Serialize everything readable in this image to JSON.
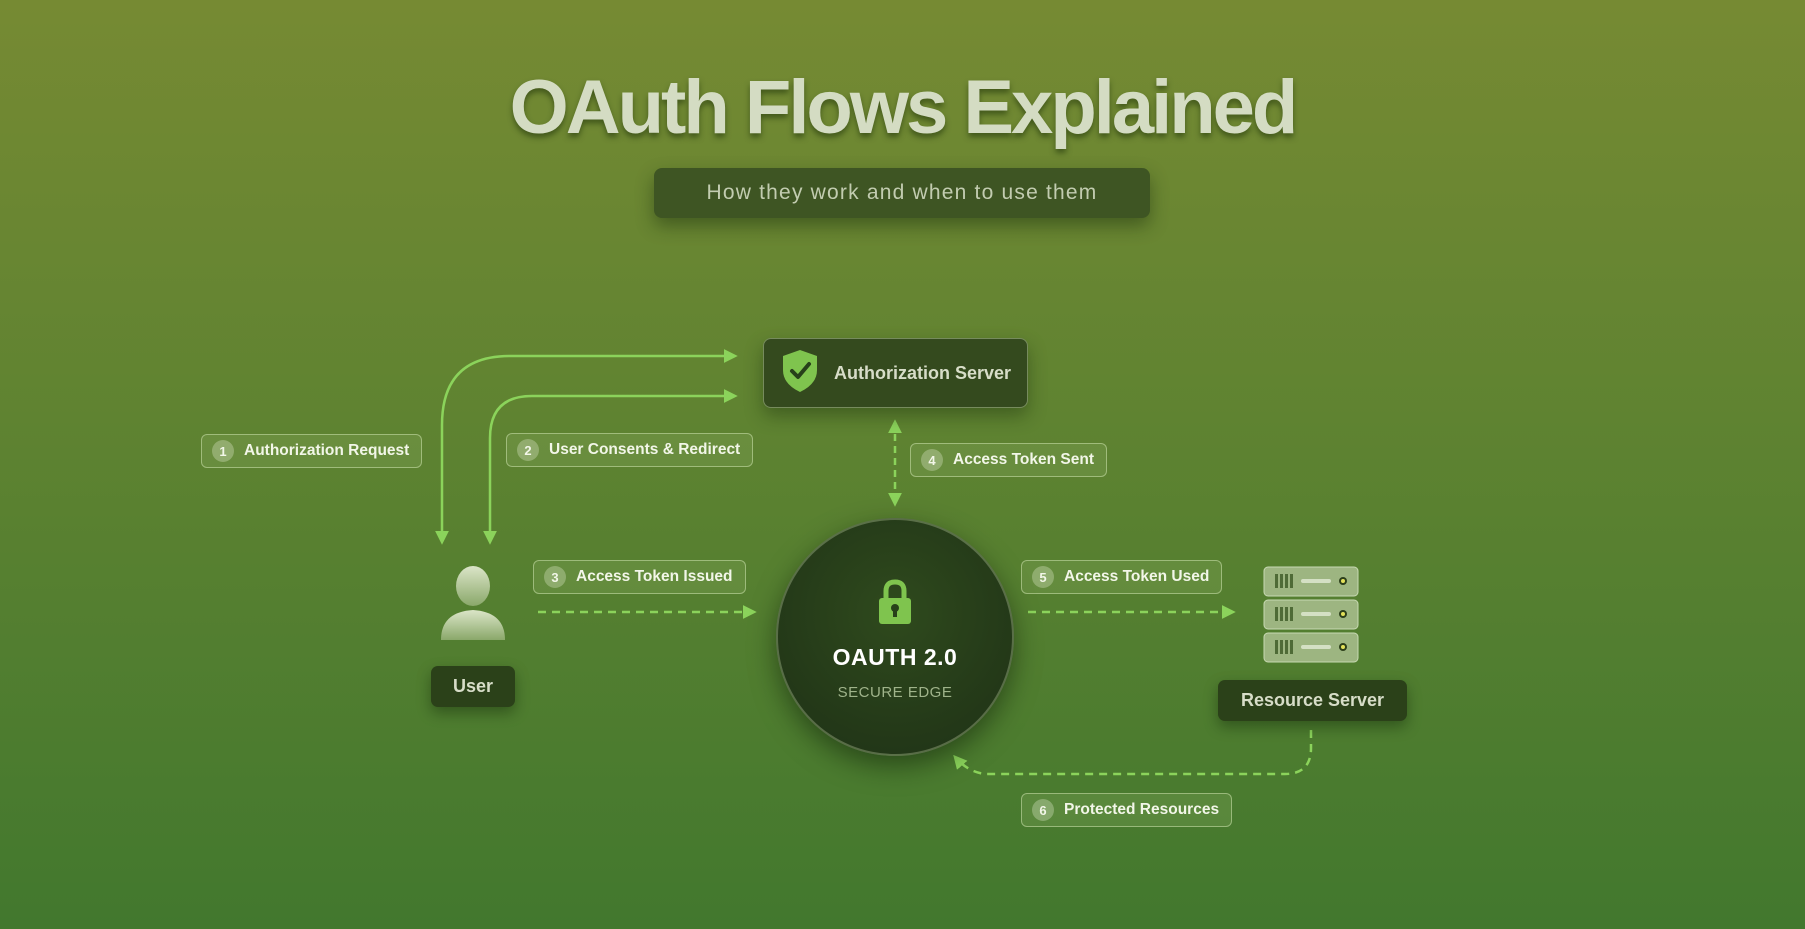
{
  "header": {
    "title": "OAuth Flows Explained",
    "subtitle": "How they work and when to use them"
  },
  "nodes": {
    "authorization_server": "Authorization Server",
    "hub_title": "OAUTH 2.0",
    "hub_subtitle": "SECURE EDGE",
    "user": "User",
    "resource_server": "Resource Server"
  },
  "steps": [
    {
      "num": "1",
      "label": "Authorization Request"
    },
    {
      "num": "2",
      "label": "User Consents & Redirect"
    },
    {
      "num": "3",
      "label": "Access Token Issued"
    },
    {
      "num": "4",
      "label": "Access Token Sent"
    },
    {
      "num": "5",
      "label": "Access Token Used"
    },
    {
      "num": "6",
      "label": "Protected Resources"
    }
  ],
  "icons": {
    "authorization_server": "shield-check-icon",
    "hub": "lock-icon",
    "user": "user-icon",
    "resource_server": "server-rack-icon"
  },
  "colors": {
    "accent": "#8bd35b",
    "background_top": "#768a33",
    "background_bottom": "#42782e",
    "dark_panel": "#2b4119"
  }
}
